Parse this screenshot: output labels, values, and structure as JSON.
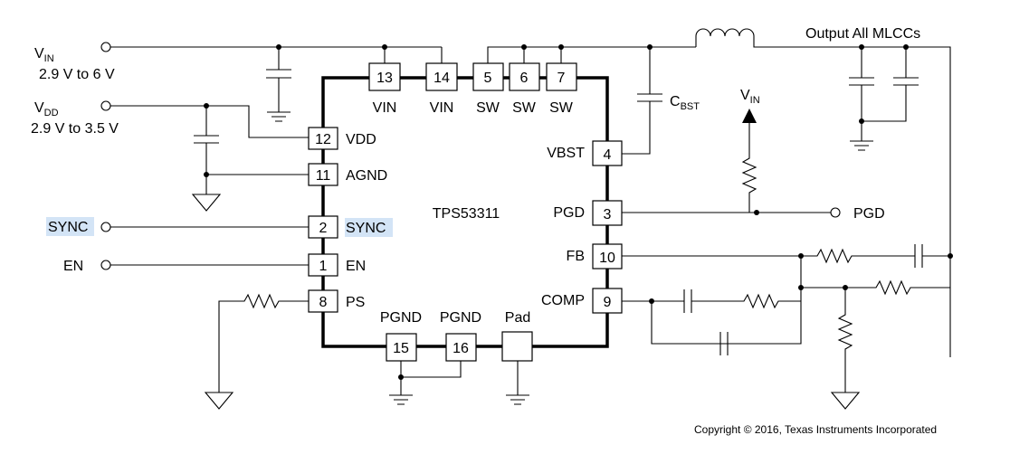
{
  "diagram": {
    "ic_name": "TPS53311",
    "inputs": {
      "vin_label_main": "V",
      "vin_label_sub": "IN",
      "vin_range": "2.9 V to 6 V",
      "vdd_label_main": "V",
      "vdd_label_sub": "DD",
      "vdd_range": "2.9 V to 3.5 V",
      "sync": "SYNC",
      "en": "EN"
    },
    "output_label": "Output All MLCCs",
    "cbst_main": "C",
    "cbst_sub": "BST",
    "vin_ref_main": "V",
    "vin_ref_sub": "IN",
    "pgd_output": "PGD",
    "pins": [
      {
        "num": "13",
        "name": "VIN"
      },
      {
        "num": "14",
        "name": "VIN"
      },
      {
        "num": "5",
        "name": "SW"
      },
      {
        "num": "6",
        "name": "SW"
      },
      {
        "num": "7",
        "name": "SW"
      },
      {
        "num": "12",
        "name": "VDD"
      },
      {
        "num": "11",
        "name": "AGND"
      },
      {
        "num": "2",
        "name": "SYNC"
      },
      {
        "num": "1",
        "name": "EN"
      },
      {
        "num": "8",
        "name": "PS"
      },
      {
        "num": "4",
        "name": "VBST"
      },
      {
        "num": "3",
        "name": "PGD"
      },
      {
        "num": "10",
        "name": "FB"
      },
      {
        "num": "9",
        "name": "COMP"
      },
      {
        "num": "15",
        "name": "PGND"
      },
      {
        "num": "16",
        "name": "PGND"
      },
      {
        "num": "",
        "name": "Pad"
      }
    ],
    "copyright": "Copyright © 2016, Texas Instruments Incorporated"
  }
}
